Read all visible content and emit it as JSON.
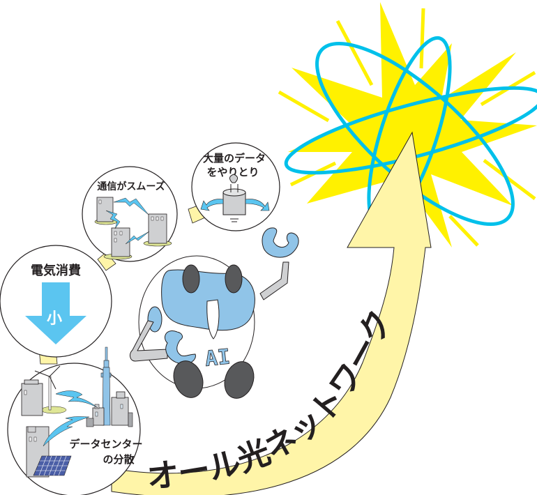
{
  "illustration": {
    "main_arrow": {
      "label": "オール光ネットワーク",
      "fill_color": "#fff5a8",
      "text_color": "#231f20"
    },
    "burst": {
      "fill_color": "#fff100",
      "orbit_color": "#00c0ea"
    },
    "bubbles": [
      {
        "id": "data-exchange",
        "line1": "大量のデータ",
        "line2": "をやりとり"
      },
      {
        "id": "smooth-communication",
        "line1": "通信がスムーズ"
      },
      {
        "id": "power-consumption",
        "line1": "電気消費",
        "arrow_label": "小",
        "arrow_color": "#5bc5f0"
      },
      {
        "id": "distributed-datacenter",
        "line1": "データセンター",
        "line2": "の分散"
      }
    ],
    "mascot": {
      "chest_text": "AI",
      "body_color": "#ffffff",
      "face_color": "#90c4e8",
      "limb_color": "#cfd0d2",
      "feet_color": "#58595b"
    }
  }
}
